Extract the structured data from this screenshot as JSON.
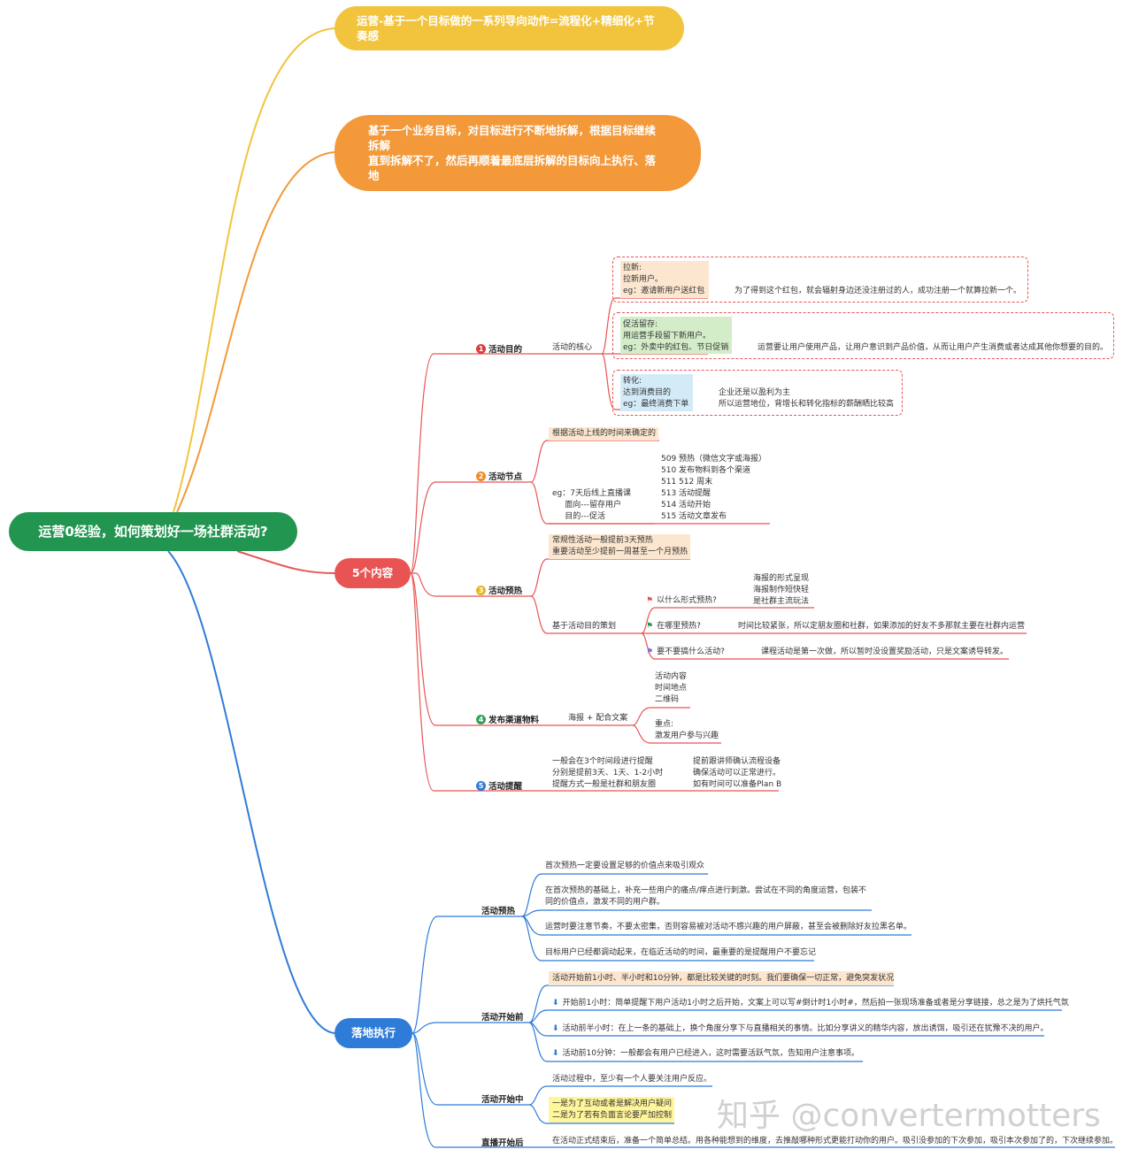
{
  "root": "运营0经验，如何策划好一场社群活动?",
  "yellow_node": "运营-基于一个目标做的一系列导向动作=流程化+精细化+节\n奏感",
  "orange_node": "基于一个业务目标，对目标进行不断地拆解，根据目标继续\n拆解\n直到拆解不了，然后再顺着最底层拆解的目标向上执行、落\n地",
  "five": {
    "title": "5个内容",
    "purpose": {
      "num": "1",
      "label": "活动目的",
      "core": "活动的核心",
      "boxes": [
        {
          "tag": "拉新:\n拉新用户。\neg：邀请新用户送红包",
          "note": "为了得到这个红包，就会辐射身边还没注册过的人，成功注册一个就算拉新一个。",
          "bg": "#FCE6CF"
        },
        {
          "tag": "促活留存:\n用运营手段留下新用户。\neg：外卖中的红包、节日促销",
          "note": "运营要让用户使用产品，让用户意识到产品价值，从而让用户产生消费或者达成其他你想要的目的。",
          "bg": "#D4EDC9"
        },
        {
          "tag": "转化:\n达到消费目的\neg：最终消费下单",
          "note": "企业还是以盈利为主\n所以运营地位，背增长和转化指标的薪酬晒比较高",
          "bg": "#D3EAF7"
        }
      ]
    },
    "nodes": {
      "num": "2",
      "label": "活动节点",
      "head": "根据活动上线的时间来确定的",
      "eg": "eg：7天后线上直播课\n     面向---留存用户\n     目的---促活",
      "schedule": "509 预热（微信文字或海报）\n510 发布物料到各个渠道\n511 512 周末\n513 活动提醒\n514 活动开始\n515 活动文章发布"
    },
    "preheat": {
      "num": "3",
      "label": "活动预热",
      "head": "常规性活动一般提前3天预热\n重要活动至少提前一周甚至一个月预热",
      "basis": "基于活动目的策划",
      "q1": "以什么形式预热?",
      "a1": "海报的形式呈现\n海报制作短快轻\n是社群主流玩法",
      "q2": "在哪里预热?",
      "a2": "时间比较紧张，所以定朋友圈和社群，如果添加的好友不多那就主要在社群内运营",
      "q3": "要不要搞什么活动?",
      "a3": "课程活动是第一次做，所以暂时没设置奖励活动，只是文案诱导转发。"
    },
    "release": {
      "num": "4",
      "label": "发布渠道物料",
      "mid": "海报 + 配合文案",
      "list": "活动内容\n时间地点\n二维码",
      "focus": "重点:\n激发用户参与兴趣"
    },
    "remind": {
      "num": "5",
      "label": "活动提醒",
      "text": "一般会在3个时间段进行提醒\n分别是提前3天、1天、1-2小时\n提醒方式一般是社群和朋友圈",
      "side": "提前跟讲师确认流程设备\n确保活动可以正常进行。\n如有时间可以准备Plan B"
    }
  },
  "exec": {
    "title": "落地执行",
    "pre": {
      "label": "活动预热",
      "items": [
        "首次预热一定要设置足够的价值点来吸引观众",
        "在首次预热的基础上，补充一些用户的痛点/痒点进行刺激。尝试在不同的角度运营，包装不\n同的价值点，激发不同的用户群。",
        "运营时要注意节奏，不要太密集，否则容易被对活动不感兴趣的用户屏蔽，甚至会被删除好友拉黑名单。",
        "目标用户已经都调动起来，在临近活动的时间，最重要的是提醒用户不要忘记"
      ]
    },
    "before": {
      "label": "活动开始前",
      "head": "活动开始前1小时、半小时和10分钟，都是比较关键的时刻。我们要确保一切正常，避免突发状况",
      "items": [
        "开始前1小时：简单提醒下用户活动1小时之后开始，文案上可以写#倒计时1小时#，然后拍一张现场准备或者是分享链接，总之是为了烘托气氛",
        "活动前半小时：在上一条的基础上，换个角度分享下与直播相关的事情。比如分享讲义的精华内容，放出诱饵，吸引还在犹豫不决的用户。",
        "活动前10分钟：一般都会有用户已经进入，这时需要活跃气氛，告知用户注意事项。"
      ]
    },
    "during": {
      "label": "活动开始中",
      "a": "活动过程中，至少有一个人要关注用户反应。",
      "b": "一是为了互动或者是解决用户疑问\n二是为了若有负面言论要严加控制"
    },
    "after": {
      "label": "直播开始后",
      "text": "在活动正式结束后，准备一个简单总结。用各种能想到的维度，去推敲哪种形式更能打动你的用户。吸引没参加的下次参加，吸引本次参加了的，下次继续参加。"
    }
  },
  "watermark": "知乎 @convertermotters",
  "colors": {
    "green": "#229650",
    "yellow": "#F2C43D",
    "orange": "#F3993A",
    "red": "#E85454",
    "blue": "#2E7BD8",
    "highlight_orange": "#FCE6CF",
    "highlight_yellow": "#FFF59A"
  }
}
